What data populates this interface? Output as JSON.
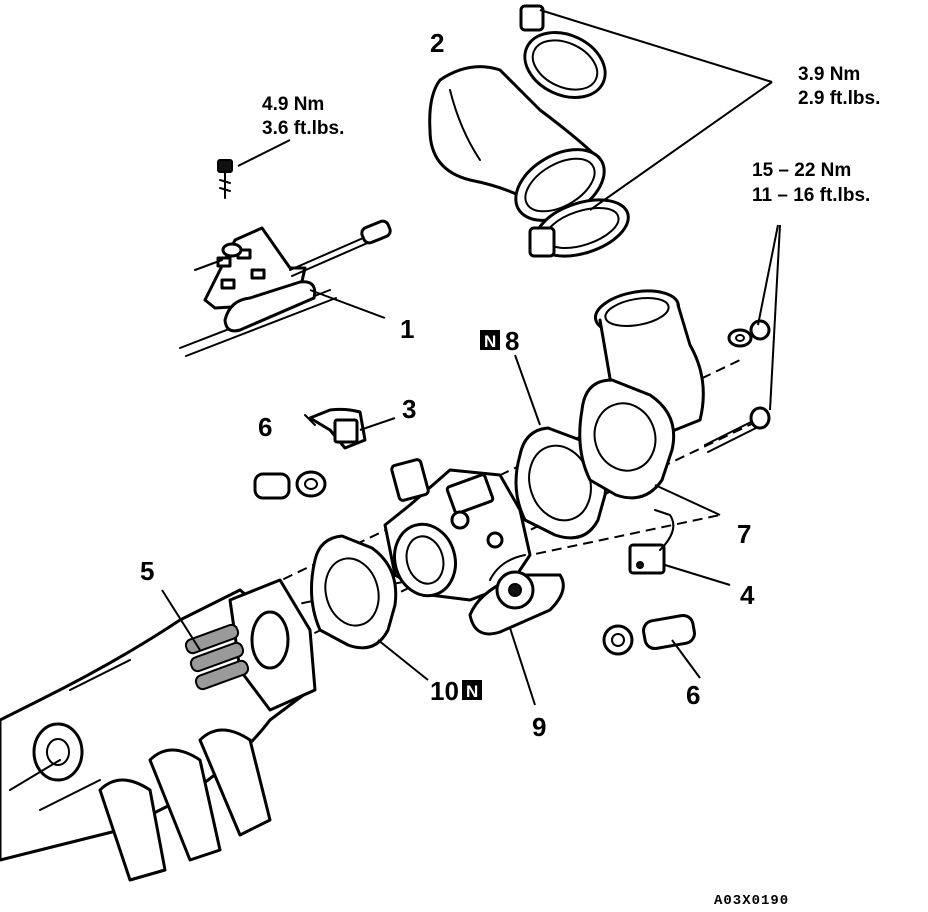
{
  "torque_specs": {
    "t1": {
      "line1": "4.9 Nm",
      "line2": "3.6 ft.lbs."
    },
    "t2": {
      "line1": "3.9 Nm",
      "line2": "2.9 ft.lbs."
    },
    "t3": {
      "line1": "15 – 22 Nm",
      "line2": "11 – 16 ft.lbs."
    }
  },
  "callouts": {
    "c1": "1",
    "c2": "2",
    "c3": "3",
    "c4": "4",
    "c5": "5",
    "c6a": "6",
    "c6b": "6",
    "c7": "7",
    "c8": "8",
    "c9": "9",
    "c10": "10"
  },
  "new_part_marker": "N",
  "figure_code": "A03X0190"
}
